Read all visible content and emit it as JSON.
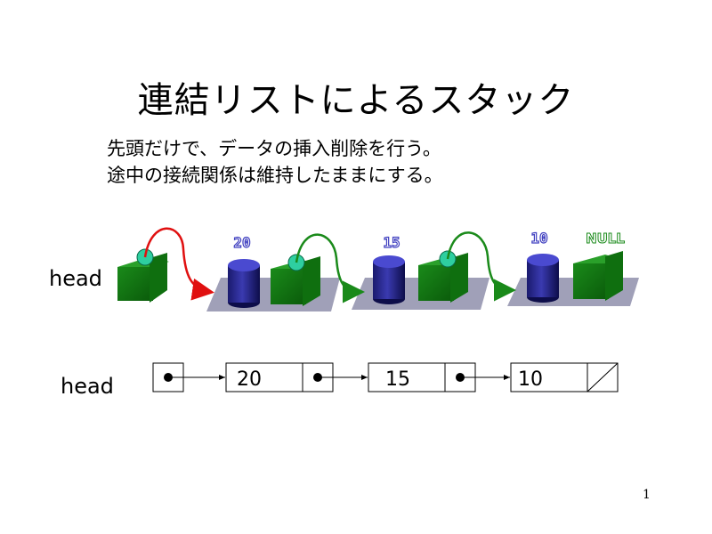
{
  "slide": {
    "title": "連結リストによるスタック",
    "lines": [
      "先頭だけで、データの挿入削除を行う。",
      "途中の接続関係は維持したままにする。"
    ],
    "page_number": "1"
  },
  "illustration": {
    "head_label": "head",
    "node_labels": [
      "20",
      "15",
      "10"
    ],
    "null_label": "NULL"
  },
  "linked_list": {
    "head_label": "head",
    "values": [
      "20",
      "15",
      "10"
    ]
  }
}
